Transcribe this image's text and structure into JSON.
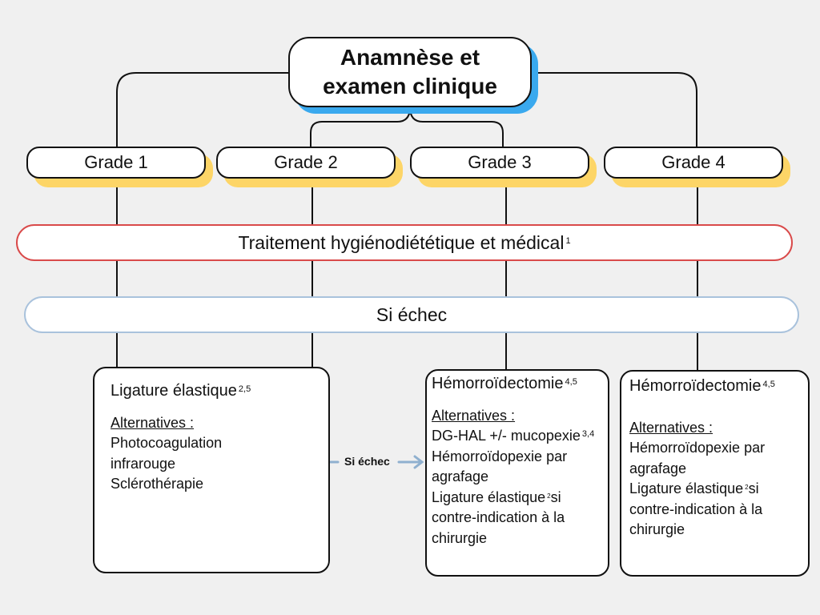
{
  "colors": {
    "title_shadow": "#3aa9ee",
    "grade_shadow": "#fdd567",
    "red_band_border": "#d94a4a",
    "blue_band_border": "#a9c2dc",
    "arrow": "#8fb0cf"
  },
  "title": {
    "line1": "Anamnèse et",
    "line2": "examen clinique"
  },
  "grades": [
    {
      "label": "Grade 1"
    },
    {
      "label": "Grade 2"
    },
    {
      "label": "Grade 3"
    },
    {
      "label": "Grade 4"
    }
  ],
  "treatment": {
    "label": "Traitement hygiénodiététique et médical",
    "ref": "1"
  },
  "failure": {
    "label": "Si échec"
  },
  "box_ligature": {
    "heading": "Ligature élastique",
    "heading_ref": "2,5",
    "alternatives_label": "Alternatives :",
    "items": [
      "Photocoagulation",
      "infrarouge",
      "Sclérothérapie"
    ]
  },
  "arrow_label": "Si échec",
  "box_hemo3": {
    "heading": "Hémorroïdectomie",
    "heading_ref": "4,5",
    "alternatives_label": "Alternatives :",
    "line1": "DG-HAL +/- mucopexie",
    "line1_ref": "3,4",
    "line2": "Hémorroïdopexie par",
    "line3": "agrafage",
    "line4a": "Ligature élastique",
    "line4_ref": "2",
    "line4b": "si",
    "line5": "contre-indication à la",
    "line6": "chirurgie"
  },
  "box_hemo4": {
    "heading": "Hémorroïdectomie",
    "heading_ref": "4,5",
    "alternatives_label": "Alternatives :",
    "line1": "Hémorroïdopexie par",
    "line2": "agrafage",
    "line3a": "Ligature élastique",
    "line3_ref": "2",
    "line3b": "si",
    "line4": "contre-indication à la",
    "line5": "chirurgie"
  }
}
